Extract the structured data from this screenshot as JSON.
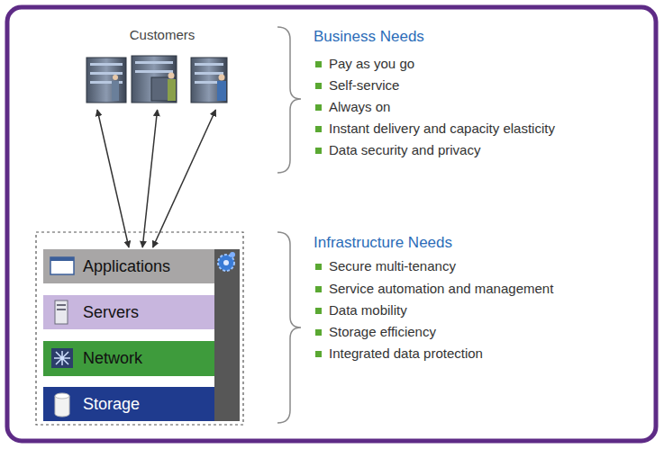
{
  "diagram": {
    "nodes": [
      {
        "text": [
          "Customers"
        ]
      },
      {
        "text": [
          "Applications"
        ]
      },
      {
        "text": [
          "Servers"
        ]
      },
      {
        "text": [
          "Network"
        ]
      },
      {
        "text": [
          "Storage"
        ]
      },
      {
        "text": [
          "Management"
        ]
      }
    ],
    "edges": [
      {
        "from": 0,
        "to": 1,
        "arrow": "both"
      },
      {
        "from": 0,
        "to": 1,
        "arrow": "both"
      },
      {
        "from": 0,
        "to": 1,
        "arrow": "both"
      }
    ],
    "labels": [
      "Business Needs",
      "Pay as you go",
      "Self-service",
      "Always on",
      "Instant delivery and capacity elasticity",
      "Data security and privacy",
      "Infrastructure Needs",
      "Secure multi-tenancy",
      "Service automation and management",
      "Data mobility",
      "Storage efficiency",
      "Integrated data protection"
    ]
  }
}
